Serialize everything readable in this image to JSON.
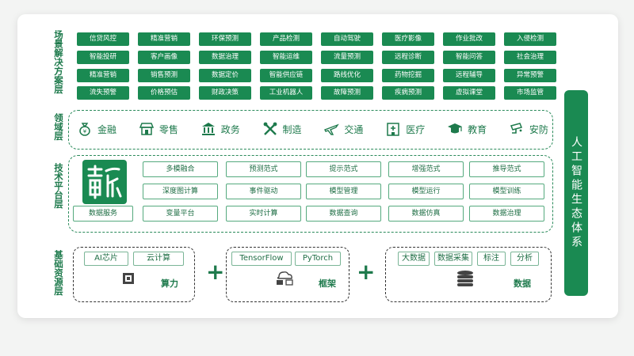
{
  "layers": {
    "scenario": "场景解决方案层",
    "domain": "领域层",
    "platform": "技术平台层",
    "resource": "基础资源层"
  },
  "scenarios": [
    "信贷风控",
    "精准营销",
    "环保预测",
    "产品检测",
    "自动驾驶",
    "医疗影像",
    "作业批改",
    "入侵检测",
    "智能投研",
    "客户画像",
    "数据治理",
    "智能运维",
    "流量预测",
    "远程诊断",
    "智能问答",
    "社会治理",
    "精准营销",
    "销售预测",
    "数据定价",
    "智能供应链",
    "路线优化",
    "药物挖掘",
    "远程辅导",
    "异常预警",
    "流失预警",
    "价格预估",
    "财政决策",
    "工业机器人",
    "故障预测",
    "疾病预测",
    "虚拟课堂",
    "市场监管"
  ],
  "domains": [
    {
      "label": "金融",
      "icon": "money-bag-icon"
    },
    {
      "label": "零售",
      "icon": "storefront-icon"
    },
    {
      "label": "政务",
      "icon": "government-building-icon"
    },
    {
      "label": "制造",
      "icon": "tools-icon"
    },
    {
      "label": "交通",
      "icon": "airplane-icon"
    },
    {
      "label": "医疗",
      "icon": "hospital-icon"
    },
    {
      "label": "教育",
      "icon": "graduation-cap-icon"
    },
    {
      "label": "安防",
      "icon": "security-camera-icon"
    }
  ],
  "platform": {
    "items": [
      "多模融合",
      "预测范式",
      "提示范式",
      "增强范式",
      "推导范式",
      "深度图计算",
      "事件驱动",
      "模型管理",
      "模型运行",
      "模型训练",
      "数据服务",
      "变量平台",
      "实时计算",
      "数据查询",
      "数据仿真",
      "数据治理"
    ]
  },
  "resources": {
    "compute": {
      "chips": [
        "AI芯片",
        "云计算"
      ],
      "label": "算力",
      "icon": "chip-icon"
    },
    "framework": {
      "chips": [
        "TensorFlow",
        "PyTorch"
      ],
      "label": "框架",
      "icon": "cloud-network-icon"
    },
    "data": {
      "chips": [
        "大数据",
        "数据采集",
        "标注",
        "分析"
      ],
      "label": "数据",
      "icon": "database-icon"
    },
    "plus": "+"
  },
  "ecosystem": "人工智能生态体系",
  "colors": {
    "primary": "#1a8a52",
    "text": "#1e7a4c"
  }
}
